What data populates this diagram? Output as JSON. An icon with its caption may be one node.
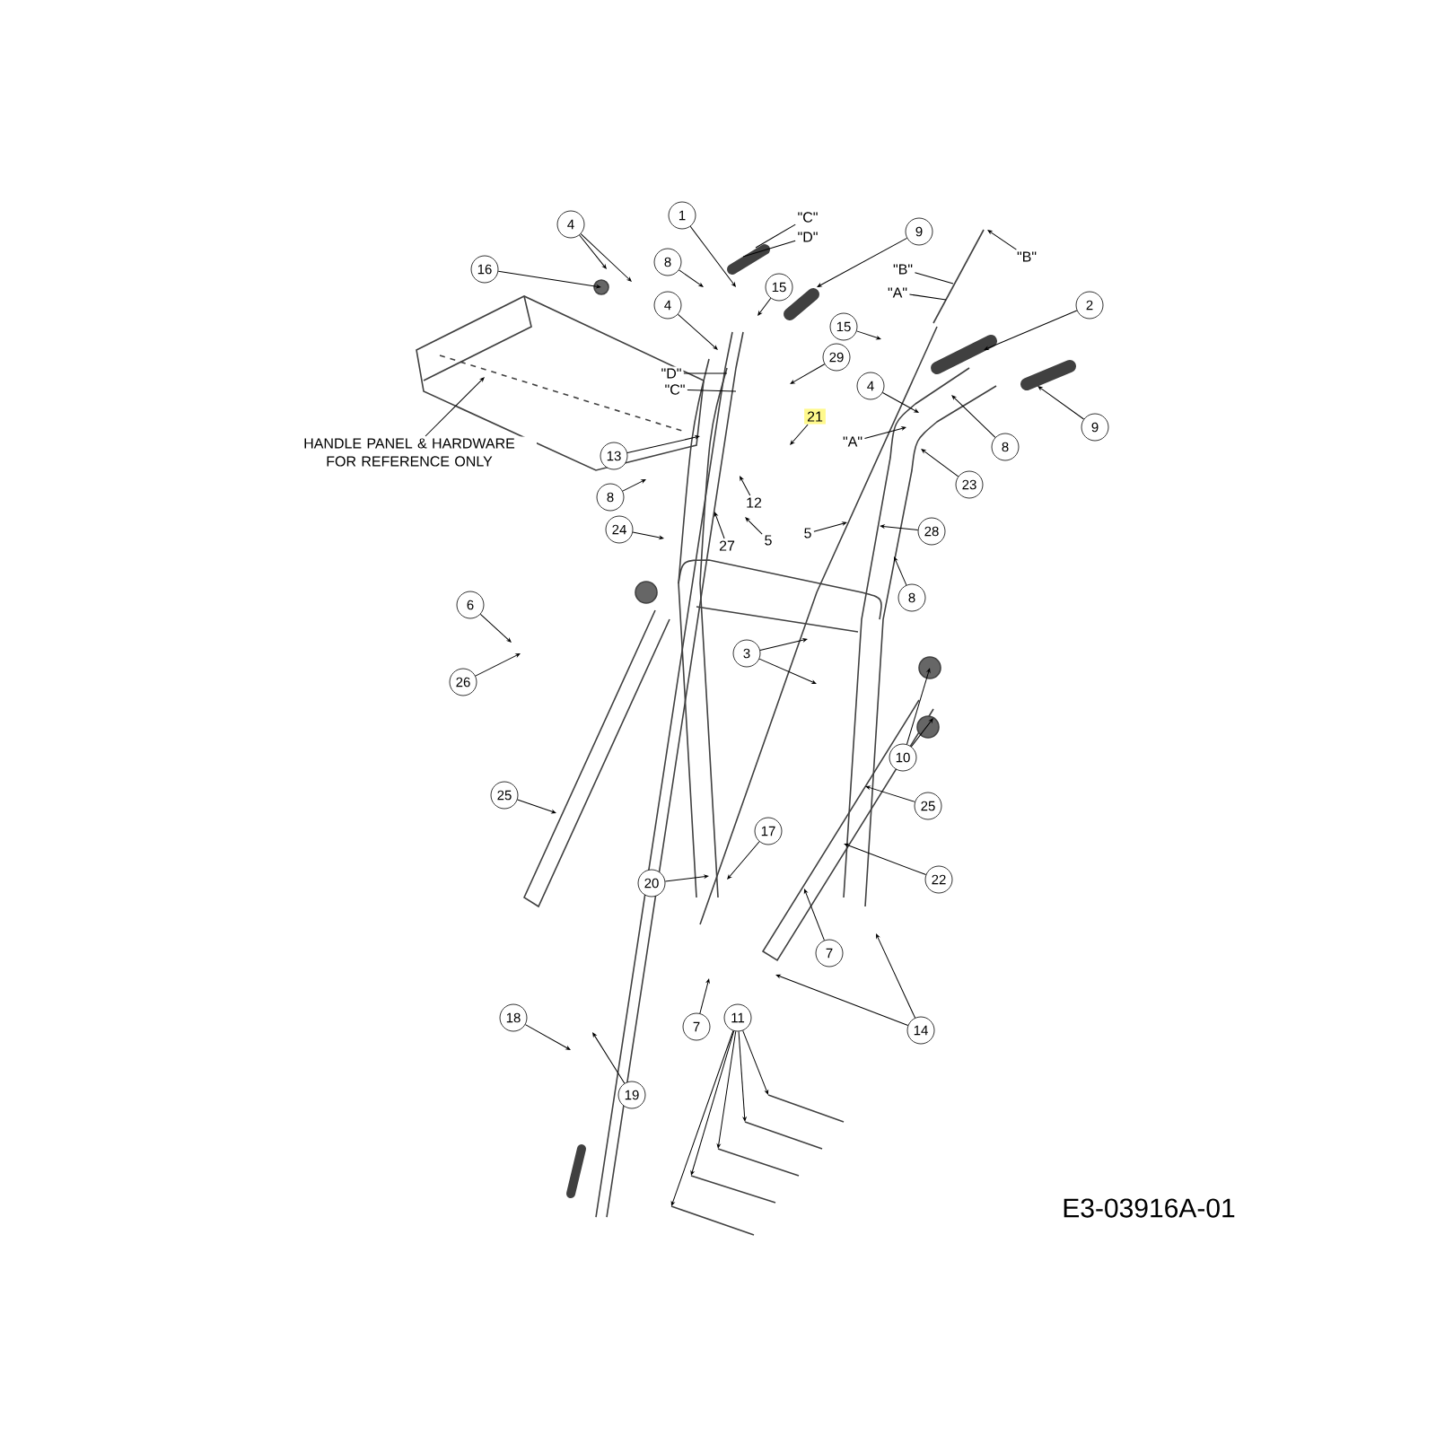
{
  "diagram": {
    "nodes": [
      {
        "text": [
          "4"
        ]
      },
      {
        "text": [
          "16"
        ]
      },
      {
        "text": [
          "1"
        ]
      },
      {
        "text": [
          "\"C\""
        ]
      },
      {
        "text": [
          "\"D\""
        ]
      },
      {
        "text": [
          "8"
        ]
      },
      {
        "text": [
          "15"
        ]
      },
      {
        "text": [
          "9"
        ]
      },
      {
        "text": [
          "4"
        ]
      },
      {
        "text": [
          "\"D\""
        ]
      },
      {
        "text": [
          "\"C\""
        ]
      },
      {
        "text": [
          "29"
        ]
      },
      {
        "text": [
          "21"
        ]
      },
      {
        "text": [
          "HANDLE PANEL & HARDWARE FOR REFERENCE ONLY"
        ]
      },
      {
        "text": [
          "13"
        ]
      },
      {
        "text": [
          "12"
        ]
      },
      {
        "text": [
          "8"
        ]
      },
      {
        "text": [
          "24"
        ]
      },
      {
        "text": [
          "27"
        ]
      },
      {
        "text": [
          "5"
        ]
      },
      {
        "text": [
          "15"
        ]
      },
      {
        "text": [
          "\"B\""
        ]
      },
      {
        "text": [
          "\"A\""
        ]
      },
      {
        "text": [
          "\"B\""
        ]
      },
      {
        "text": [
          "2"
        ]
      },
      {
        "text": [
          "4"
        ]
      },
      {
        "text": [
          "\"A\""
        ]
      },
      {
        "text": [
          "9"
        ]
      },
      {
        "text": [
          "8"
        ]
      },
      {
        "text": [
          "23"
        ]
      },
      {
        "text": [
          "5"
        ]
      },
      {
        "text": [
          "28"
        ]
      },
      {
        "text": [
          "8"
        ]
      },
      {
        "text": [
          "6"
        ]
      },
      {
        "text": [
          "26"
        ]
      },
      {
        "text": [
          "3"
        ]
      },
      {
        "text": [
          "10"
        ]
      },
      {
        "text": [
          "25"
        ]
      },
      {
        "text": [
          "25"
        ]
      },
      {
        "text": [
          "22"
        ]
      },
      {
        "text": [
          "17"
        ]
      },
      {
        "text": [
          "20"
        ]
      },
      {
        "text": [
          "7"
        ]
      },
      {
        "text": [
          "7"
        ]
      },
      {
        "text": [
          "14"
        ]
      },
      {
        "text": [
          "11"
        ]
      },
      {
        "text": [
          "18"
        ]
      },
      {
        "text": [
          "19"
        ]
      }
    ],
    "edges": [
      {
        "from": 0,
        "to": null,
        "arrow": "to"
      },
      {
        "from": 0,
        "to": null,
        "arrow": "to"
      },
      {
        "from": 1,
        "to": null,
        "arrow": "to"
      },
      {
        "from": 2,
        "to": null,
        "arrow": "to"
      },
      {
        "from": 3,
        "to": null,
        "arrow": "none"
      },
      {
        "from": 4,
        "to": null,
        "arrow": "none"
      },
      {
        "from": 5,
        "to": null,
        "arrow": "to"
      },
      {
        "from": 6,
        "to": null,
        "arrow": "to"
      },
      {
        "from": 7,
        "to": null,
        "arrow": "to"
      },
      {
        "from": 8,
        "to": null,
        "arrow": "to"
      },
      {
        "from": 9,
        "to": null,
        "arrow": "none"
      },
      {
        "from": 10,
        "to": null,
        "arrow": "none"
      },
      {
        "from": 11,
        "to": null,
        "arrow": "to"
      },
      {
        "from": 12,
        "to": null,
        "arrow": "to"
      },
      {
        "from": 13,
        "to": null,
        "arrow": "to"
      },
      {
        "from": 14,
        "to": null,
        "arrow": "to"
      },
      {
        "from": 15,
        "to": null,
        "arrow": "to"
      },
      {
        "from": 16,
        "to": null,
        "arrow": "to"
      },
      {
        "from": 17,
        "to": null,
        "arrow": "to"
      },
      {
        "from": 18,
        "to": null,
        "arrow": "to"
      },
      {
        "from": 19,
        "to": null,
        "arrow": "to"
      },
      {
        "from": 20,
        "to": null,
        "arrow": "to"
      },
      {
        "from": 21,
        "to": null,
        "arrow": "none"
      },
      {
        "from": 22,
        "to": null,
        "arrow": "none"
      },
      {
        "from": 23,
        "to": null,
        "arrow": "to"
      },
      {
        "from": 24,
        "to": null,
        "arrow": "to"
      },
      {
        "from": 25,
        "to": null,
        "arrow": "to"
      },
      {
        "from": 26,
        "to": null,
        "arrow": "to"
      },
      {
        "from": 27,
        "to": null,
        "arrow": "to"
      },
      {
        "from": 28,
        "to": null,
        "arrow": "to"
      },
      {
        "from": 29,
        "to": null,
        "arrow": "to"
      },
      {
        "from": 30,
        "to": null,
        "arrow": "to"
      },
      {
        "from": 31,
        "to": null,
        "arrow": "to"
      },
      {
        "from": 32,
        "to": null,
        "arrow": "to"
      },
      {
        "from": 33,
        "to": null,
        "arrow": "to"
      },
      {
        "from": 34,
        "to": null,
        "arrow": "to"
      },
      {
        "from": 35,
        "to": null,
        "arrow": "to"
      },
      {
        "from": 35,
        "to": null,
        "arrow": "to"
      },
      {
        "from": 36,
        "to": null,
        "arrow": "to"
      },
      {
        "from": 36,
        "to": null,
        "arrow": "to"
      },
      {
        "from": 37,
        "to": null,
        "arrow": "to"
      },
      {
        "from": 38,
        "to": null,
        "arrow": "to"
      },
      {
        "from": 39,
        "to": null,
        "arrow": "to"
      },
      {
        "from": 40,
        "to": null,
        "arrow": "to"
      },
      {
        "from": 41,
        "to": null,
        "arrow": "to"
      },
      {
        "from": 42,
        "to": null,
        "arrow": "to"
      },
      {
        "from": 43,
        "to": null,
        "arrow": "to"
      },
      {
        "from": 44,
        "to": null,
        "arrow": "to"
      },
      {
        "from": 44,
        "to": null,
        "arrow": "to"
      },
      {
        "from": 45,
        "to": null,
        "arrow": "to"
      },
      {
        "from": 45,
        "to": null,
        "arrow": "to"
      },
      {
        "from": 45,
        "to": null,
        "arrow": "to"
      },
      {
        "from": 45,
        "to": null,
        "arrow": "to"
      },
      {
        "from": 45,
        "to": null,
        "arrow": "to"
      },
      {
        "from": 46,
        "to": null,
        "arrow": "to"
      },
      {
        "from": 47,
        "to": null,
        "arrow": "to"
      }
    ],
    "labels": [
      "E3-03916A-01"
    ]
  }
}
